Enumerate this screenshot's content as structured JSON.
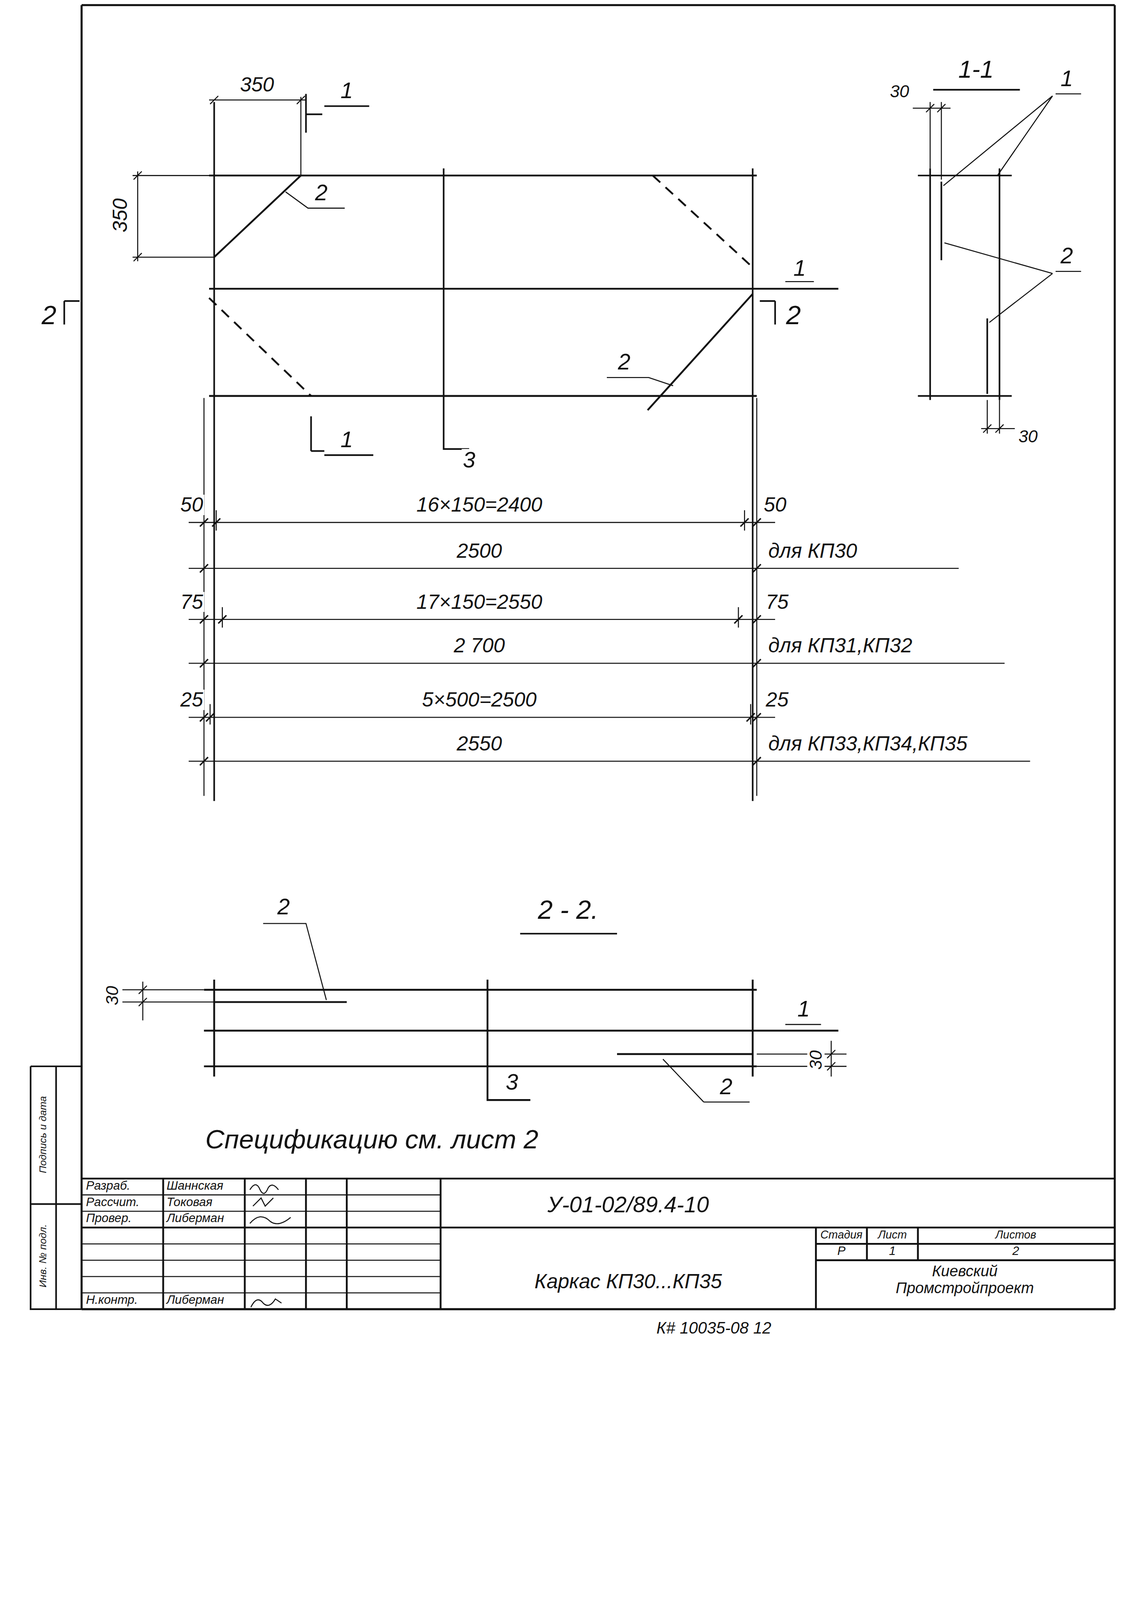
{
  "diagram": {
    "labels": [
      "350",
      "1",
      "350",
      "2",
      "1",
      "2",
      "2",
      "2",
      "1",
      "3",
      "50",
      "16×150=2400",
      "50",
      "2500",
      "для КП30",
      "75",
      "17×150=2550",
      "75",
      "2 700",
      "для КП31,КП32",
      "25",
      "5×500=2500",
      "25",
      "2550",
      "для КП33,КП34,КП35",
      "1-1",
      "30",
      "1",
      "2",
      "30",
      "2 - 2.",
      "2",
      "30",
      "1",
      "3",
      "2",
      "30",
      "Спецификацию см. лист 2",
      "Разраб.",
      "Шаннская",
      "Рассчит.",
      "Токовая",
      "Провер.",
      "Либерман",
      "Н.контр.",
      "Либерман",
      "У-01-02/89.4-10",
      "Стадия",
      "Лист",
      "Листов",
      "Р",
      "1",
      "2",
      "Каркас КП30...КП35",
      "Киевский Промстройпроект",
      "К# 10035-08 12",
      "Подпись и дата",
      "Инв. № подл."
    ]
  }
}
